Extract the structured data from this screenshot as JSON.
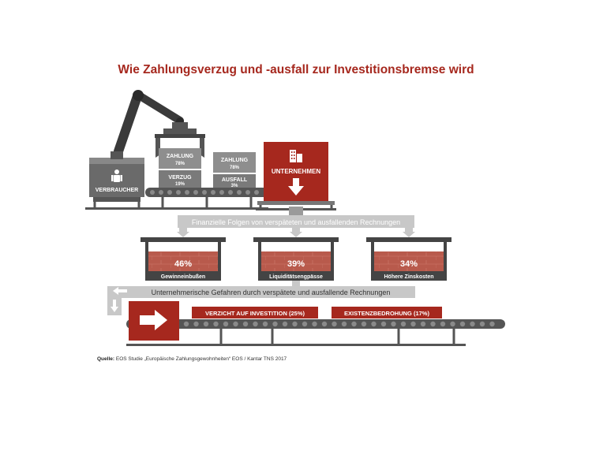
{
  "title": "Wie Zahlungsverzug und -ausfall zur Investitionsbremse wird",
  "top_row": {
    "consumer_label": "VERBRAUCHER",
    "crate_payment": {
      "label": "ZAHLUNG",
      "value": "78%"
    },
    "crate_delay": {
      "label": "VERZUG",
      "value": "19%"
    },
    "crate_payment_2": {
      "label": "ZAHLUNG",
      "value": "78%"
    },
    "crate_default": {
      "label": "AUSFALL",
      "value": "3%"
    },
    "company_label": "UNTERNEHMEN"
  },
  "consequences": {
    "header": "Finanzielle Folgen von verspäteten und ausfallenden Rechnungen",
    "items": [
      {
        "value": "46%",
        "label": "Gewinneinbußen"
      },
      {
        "value": "39%",
        "label": "Liquiditätsengpässe"
      },
      {
        "value": "34%",
        "label": "Höhere Zinskosten"
      }
    ]
  },
  "risks": {
    "header": "Unternehmerische Gefahren durch verspätete und ausfallende Rechnungen",
    "items": [
      {
        "label": "VERZICHT AUF INVESTITION (25%)"
      },
      {
        "label": "EXISTENZBEDROHUNG (17%)"
      }
    ]
  },
  "source": {
    "prefix": "Quelle:",
    "text": "EOS Studie „Europäische Zahlungsgewohnheiten“ EOS / Kantar TNS 2017"
  },
  "colors": {
    "red": "#a6281e",
    "dark_gray": "#555555",
    "mid_gray": "#7a7a7a",
    "light_gray": "#c8c8c8",
    "brick": "#b85a4c"
  }
}
